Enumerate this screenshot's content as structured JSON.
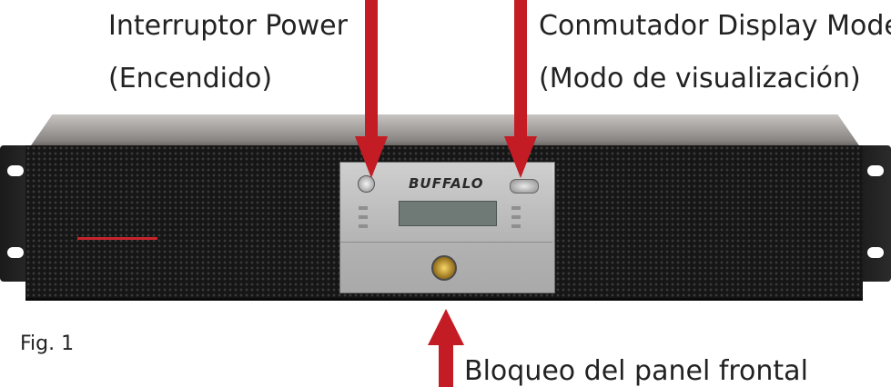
{
  "labels": {
    "power_line1": "Interruptor Power",
    "power_line2": "(Encendido)",
    "mode_line1": "Conmutador Display Mode",
    "mode_line2": "(Modo de visualización)",
    "lock_line1": "Bloqueo del panel frontal",
    "figure": "Fig. 1"
  },
  "device": {
    "brand": "BUFFALO"
  },
  "colors": {
    "arrow": "#c41c24",
    "chassis": "#161616",
    "panel": "#b7b7b7",
    "accent_stripe": "#c8242c"
  },
  "icons": {
    "power": "power-button-icon",
    "mode": "display-mode-button-icon",
    "lock": "key-lock-icon"
  }
}
